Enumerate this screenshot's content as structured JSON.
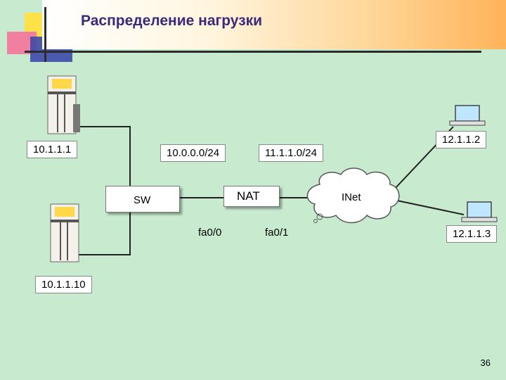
{
  "slide": {
    "title": "Распределение нагрузки",
    "page_number": "36"
  },
  "hosts": {
    "server_top": "10.1.1.1",
    "server_bottom": "10.1.1.10",
    "laptop_top": "12.1.1.2",
    "laptop_bottom": "12.1.1.3"
  },
  "networks": {
    "inside": "10.0.0.0/24",
    "outside": "11.1.1.0/24"
  },
  "devices": {
    "switch": "SW",
    "nat": "NAT",
    "internet": "INet"
  },
  "interfaces": {
    "inside": "fa0/0",
    "outside": "fa0/1"
  }
}
